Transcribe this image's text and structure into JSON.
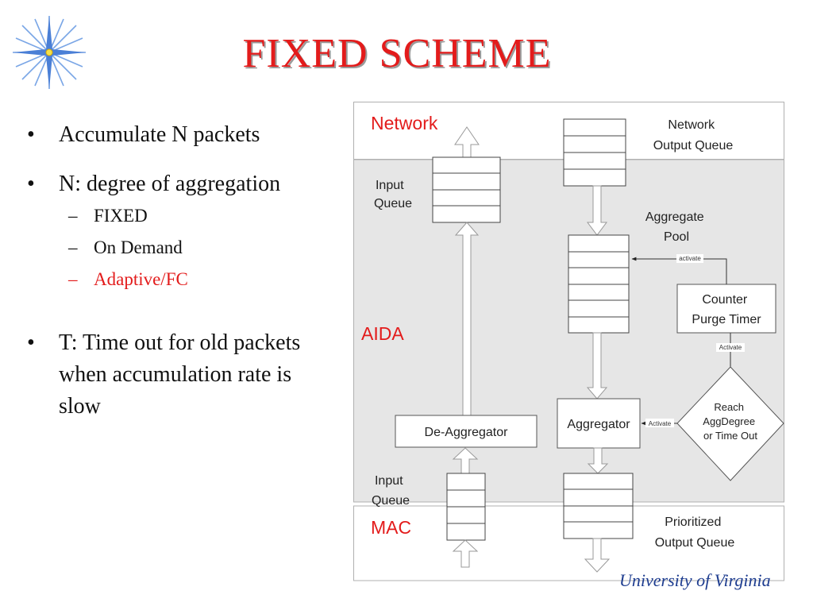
{
  "slide": {
    "title": "FIXED SCHEME"
  },
  "bullets": [
    {
      "text": "Accumulate N packets"
    },
    {
      "text": "N: degree of aggregation",
      "sub": [
        "FIXED",
        "On Demand",
        "Adaptive/FC"
      ]
    },
    {
      "lines": [
        "T: Time out for old packets",
        "when accumulation rate is",
        "slow"
      ]
    }
  ],
  "diagram": {
    "layers": {
      "network": "Network",
      "aida": "AIDA",
      "mac": "MAC"
    },
    "labels": {
      "input_queue_top": [
        "Input",
        "Queue"
      ],
      "network_output_queue": [
        "Network",
        "Output Queue"
      ],
      "aggregate_pool": [
        "Aggregate",
        "Pool"
      ],
      "counter_purge_timer": [
        "Counter",
        "Purge Timer"
      ],
      "reach_agg": [
        "Reach",
        "AggDegree",
        "or Time Out"
      ],
      "aggregator": "Aggregator",
      "de_aggregator": "De-Aggregator",
      "input_queue_bottom": [
        "Input",
        "Queue"
      ],
      "prioritized_output_queue": [
        "Prioritized",
        "Output Queue"
      ],
      "activate_small": "activate",
      "activate_cap_1": "Activate",
      "activate_cap_2": "Activate"
    }
  },
  "footer": {
    "text": "University of Virginia"
  },
  "colors": {
    "title": "#e31b1b",
    "layer_label": "#e31b1b",
    "aida_band": "#e6e6e6",
    "footer": "#1d3c8f"
  }
}
